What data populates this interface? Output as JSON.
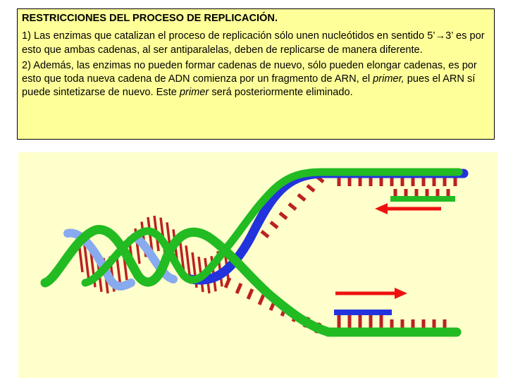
{
  "heading": "RESTRICCIONES DEL PROCESO DE REPLICACIÓN.",
  "paragraph1": "1)  Las enzimas que catalizan el proceso de replicación sólo unen nucleótidos en sentido 5’→3’ es por esto que ambas cadenas, al ser antiparalelas, deben de replicarse de manera diferente.",
  "paragraph2": {
    "part1": "2) Además, las enzimas no pueden formar cadenas de nuevo, sólo pueden elongar cadenas, es por esto que toda nueva cadena de ADN comienza por un fragmento de ARN, el ",
    "primer1": "primer,",
    "part2": " pues el ARN sí puede sintetizarse de nuevo. Este ",
    "primer2": "primer",
    "part3": " será posteriormente eliminado."
  },
  "colors": {
    "text_box_bg": "#ffff99",
    "figure_bg": "#ffffcc",
    "green_strand": "#22bb22",
    "blue_strand": "#2233dd",
    "light_blue_strand": "#88aaee",
    "base_pairs": "#bb2222",
    "arrows": "#ee1111"
  },
  "icons": [
    "dna-double-helix",
    "replication-fork",
    "left-arrow",
    "right-arrow"
  ]
}
